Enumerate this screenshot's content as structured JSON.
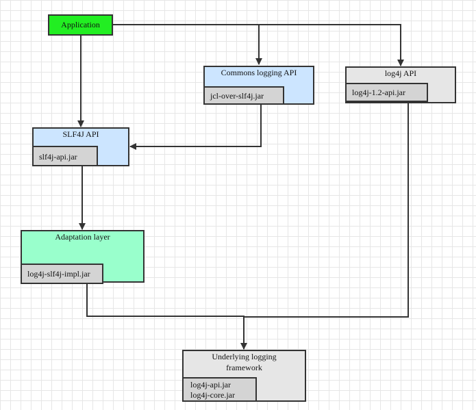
{
  "application": {
    "label": "Application",
    "fill": "#22ee22"
  },
  "commons": {
    "title": "Commons logging API",
    "jar": "jcl-over-slf4j.jar",
    "fill": "#cce5ff"
  },
  "log4j_api": {
    "title": "log4j API",
    "jar": "log4j-1.2-api.jar",
    "fill": "#e6e6e6"
  },
  "slf4j": {
    "title": "SLF4J API",
    "jar": "slf4j-api.jar",
    "fill": "#cce5ff"
  },
  "adaptation": {
    "title": "Adaptation layer",
    "jar": "log4j-slf4j-impl.jar",
    "fill": "#99ffcc"
  },
  "framework": {
    "title_line1": "Underlying logging",
    "title_line2": "framework",
    "jar_line1": "log4j-api.jar",
    "jar_line2": "log4j-core.jar",
    "fill": "#e6e6e6"
  },
  "jar_fill": "#d4d4d4",
  "edge_color": "#333333"
}
